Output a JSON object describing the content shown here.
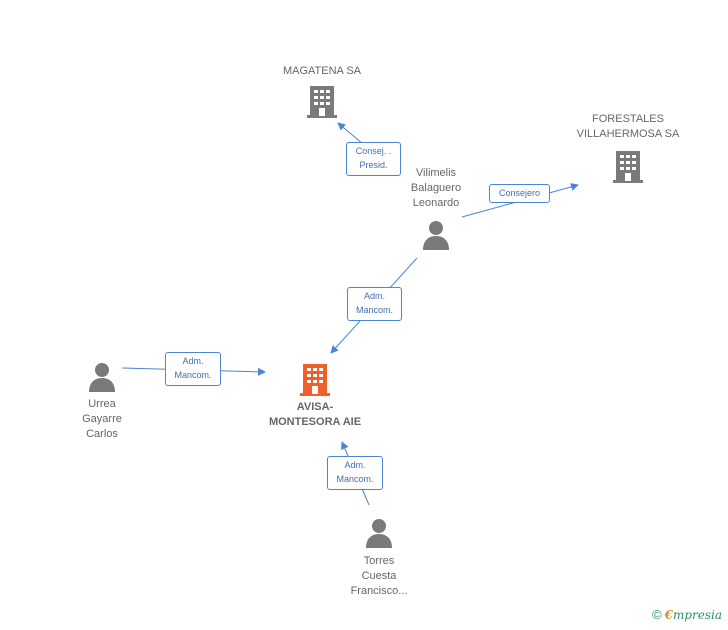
{
  "nodes": {
    "magatena": {
      "label": "MAGATENA SA",
      "icon": "building-icon"
    },
    "forestales": {
      "label": "FORESTALES\nVILLAHERMOSA SA",
      "icon": "building-icon"
    },
    "vilimelis": {
      "label": "Vilimelis\nBalaguero\nLeonardo",
      "icon": "person-icon"
    },
    "avisa": {
      "label": "AVISA-\nMONTESORA AIE",
      "icon": "building-icon"
    },
    "urrea": {
      "label": "Urrea\nGayarre\nCarlos",
      "icon": "person-icon"
    },
    "torres": {
      "label": "Torres\nCuesta\nFrancisco...",
      "icon": "person-icon"
    }
  },
  "edges": {
    "vilimelis_magatena": {
      "label": "Consej. .\nPresid."
    },
    "vilimelis_forestales": {
      "label": "Consejero"
    },
    "vilimelis_avisa": {
      "label": "Adm.\nMancom."
    },
    "urrea_avisa": {
      "label": "Adm.\nMancom."
    },
    "torres_avisa": {
      "label": "Adm.\nMancom."
    }
  },
  "colors": {
    "edge": "#4a86d4",
    "company": "#7a7a7a",
    "center_company": "#f0602a",
    "person": "#7a7a7a"
  },
  "footer": {
    "copyright": "©",
    "brand_initial": "€",
    "brand_rest": "mpresia"
  }
}
